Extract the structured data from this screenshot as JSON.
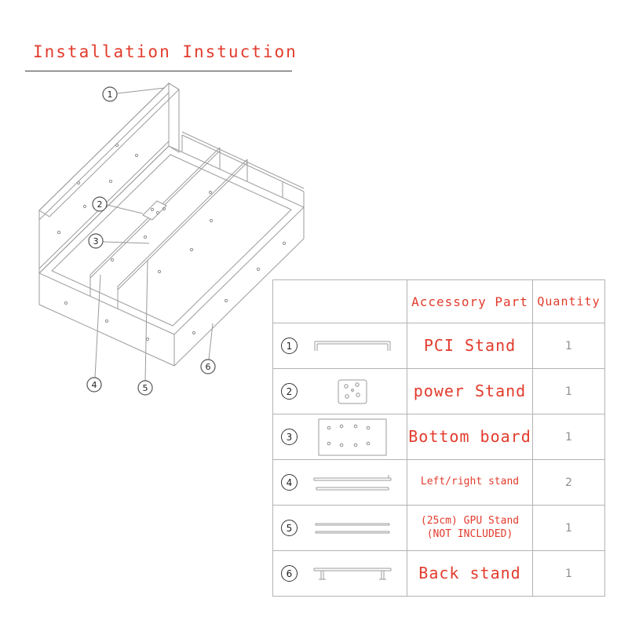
{
  "title": "Installation Instuction",
  "colors": {
    "accent_red": "#e23b2c",
    "wire_gray": "#9b9b9b",
    "border_gray": "#b3b3b3",
    "qty_gray": "#8f8f8f"
  },
  "diagram": {
    "callouts": [
      "1",
      "2",
      "3",
      "4",
      "5",
      "6"
    ]
  },
  "table": {
    "headers": {
      "part": "Accessory Part",
      "qty": "Quantity"
    },
    "rows": [
      {
        "num": "1",
        "name": "PCI Stand",
        "qty": "1"
      },
      {
        "num": "2",
        "name": "power Stand",
        "qty": "1"
      },
      {
        "num": "3",
        "name": "Bottom board",
        "qty": "1"
      },
      {
        "num": "4",
        "name": "Left/right stand",
        "qty": "2"
      },
      {
        "num": "5",
        "name": "(25cm) GPU Stand",
        "name2": "(NOT INCLUDED)",
        "qty": "1"
      },
      {
        "num": "6",
        "name": "Back stand",
        "qty": "1"
      }
    ]
  }
}
